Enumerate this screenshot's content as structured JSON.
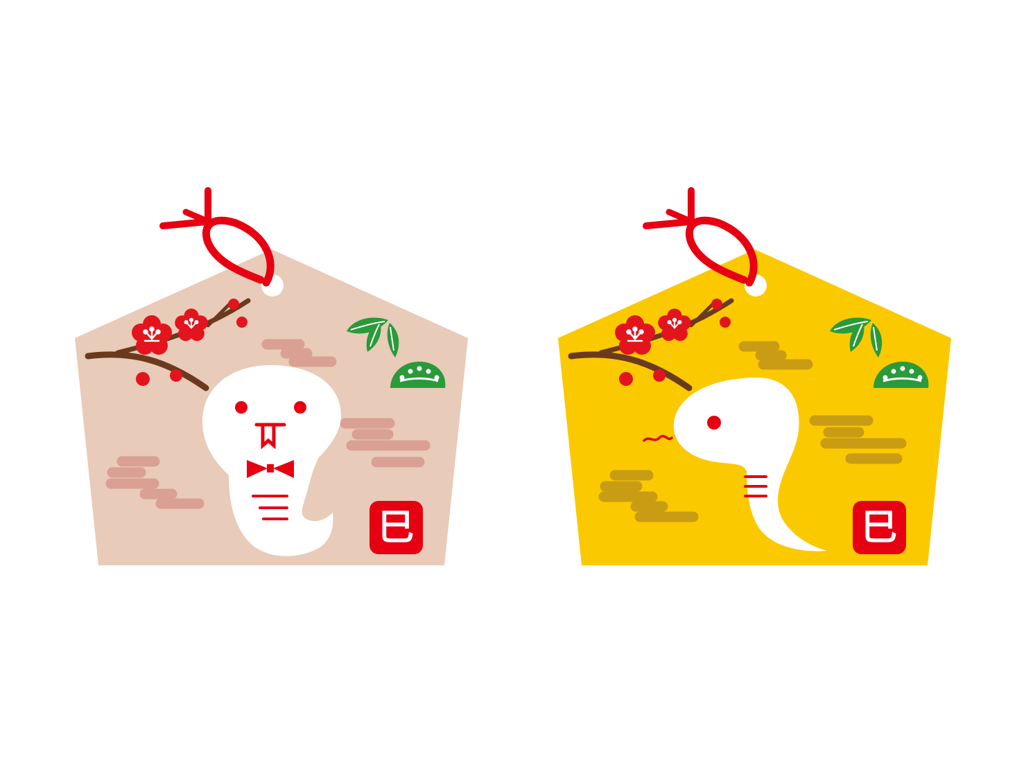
{
  "colors": {
    "page_background": "#ffffff",
    "string_red": "#e60012",
    "board_beige": "#e8cbb8",
    "board_yellow": "#fbc900",
    "cloud_pink": "#d9a093",
    "cloud_mustard": "#c99c14",
    "branch_brown": "#6b3a1e",
    "plum_red": "#e3141d",
    "leaf_green": "#2a9a3a",
    "snake_white": "#ffffff",
    "accent_red": "#e60012"
  },
  "plaques": [
    {
      "board_color": "#e8cbb8",
      "cloud_color": "#d9a093",
      "zodiac_character": "巳",
      "snake_pose": "front-facing-with-bowtie"
    },
    {
      "board_color": "#fbc900",
      "cloud_color": "#c99c14",
      "zodiac_character": "巳",
      "snake_pose": "side-facing-with-tongue"
    }
  ],
  "icons": [
    "plum-blossom-icon",
    "bamboo-leaf-icon",
    "pine-icon",
    "cloud-icon",
    "snake-icon",
    "ribbon-icon"
  ]
}
